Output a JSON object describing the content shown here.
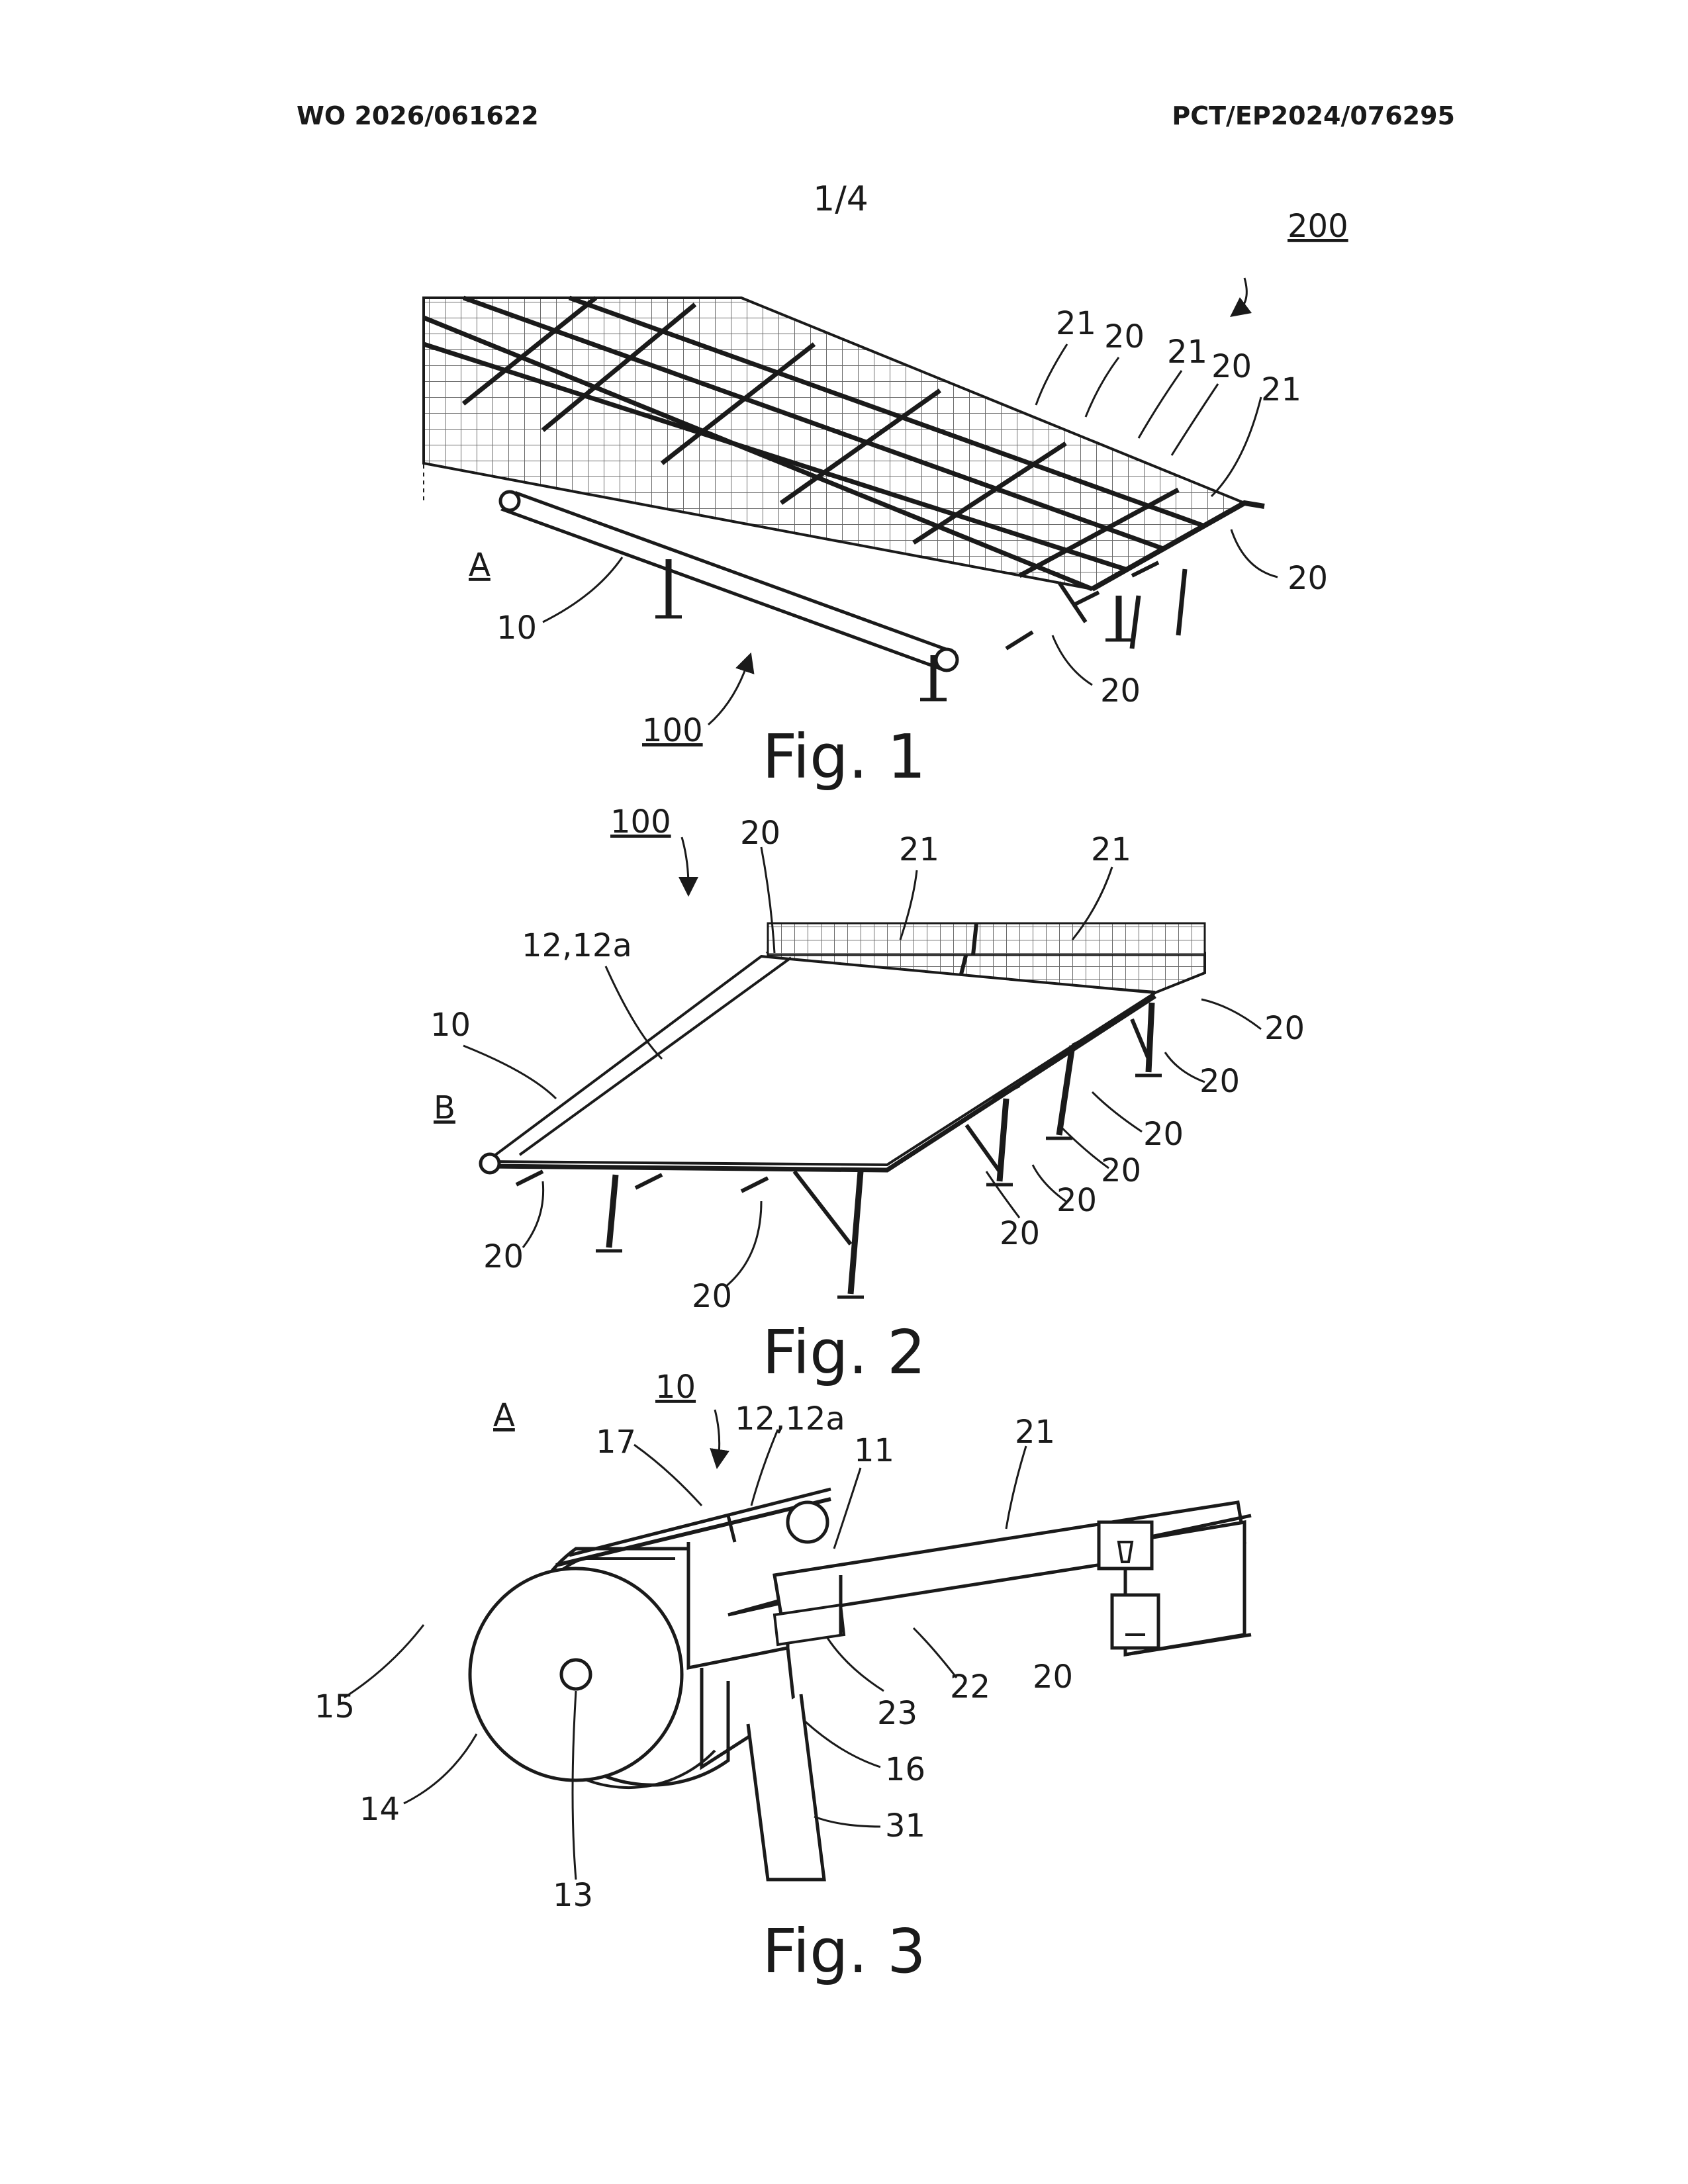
{
  "header": {
    "publication_number": "WO 2026/061622",
    "application_number": "PCT/EP2024/076295"
  },
  "page_number": "1/4",
  "figures": [
    {
      "caption": "Fig. 1",
      "labels": [
        "200",
        "21",
        "20",
        "21",
        "20",
        "21",
        "20",
        "20",
        "A",
        "10",
        "100"
      ]
    },
    {
      "caption": "Fig. 2",
      "labels": [
        "100",
        "20",
        "21",
        "21",
        "12,12a",
        "10",
        "B",
        "20",
        "20",
        "20",
        "20",
        "20",
        "20",
        "20",
        "20"
      ]
    },
    {
      "caption": "Fig. 3",
      "labels": [
        "A",
        "10",
        "12,12a",
        "17",
        "11",
        "21",
        "15",
        "14",
        "13",
        "16",
        "23",
        "22",
        "20",
        "31"
      ]
    }
  ]
}
